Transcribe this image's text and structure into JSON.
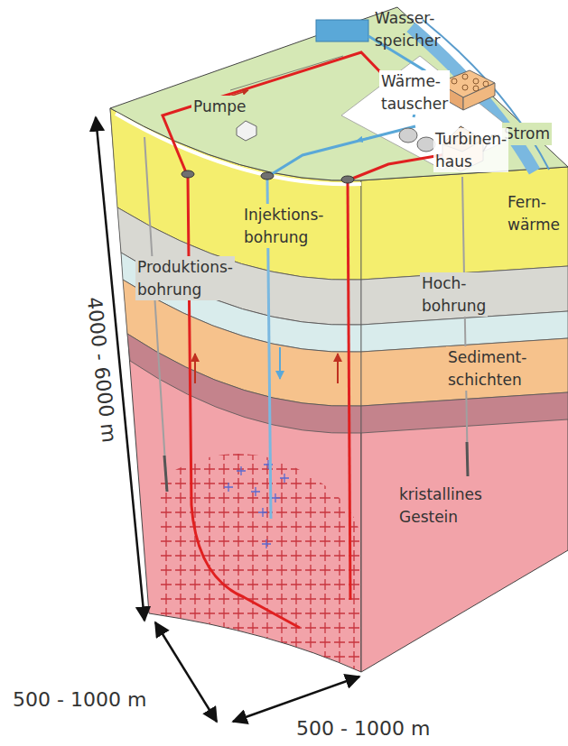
{
  "diagram": {
    "labels": [
      "Wasser- speicher",
      "Pumpe",
      "Wärme- tauscher",
      "Strom",
      "Turbinen- haus",
      "Injektions- bohrung",
      "Fern- wärme",
      "Produktions- bohrung",
      "Hoch- bohrung",
      "Sediment- schichten",
      "kristallines Gestein",
      "4000 - 6000 m",
      "500 - 1000 m",
      "500 - 1000 m"
    ]
  }
}
